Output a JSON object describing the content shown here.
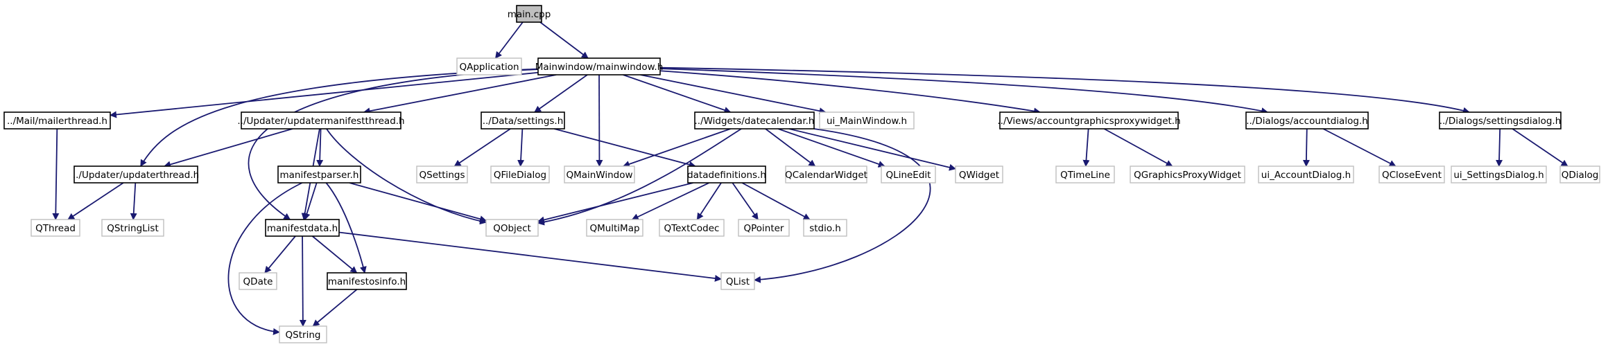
{
  "graph": {
    "root": "main.cpp",
    "nodes": [
      {
        "id": "main",
        "label": "main.cpp",
        "kind": "root"
      },
      {
        "id": "qapplication",
        "label": "QApplication",
        "kind": "ext"
      },
      {
        "id": "mainwindow",
        "label": "Mainwindow/mainwindow.h",
        "kind": "local"
      },
      {
        "id": "mailerthread",
        "label": "../Mail/mailerthread.h",
        "kind": "local"
      },
      {
        "id": "updatermanifest",
        "label": "../Updater/updatermanifestthread.h",
        "kind": "local"
      },
      {
        "id": "settings",
        "label": "../Data/settings.h",
        "kind": "local"
      },
      {
        "id": "datecalendar",
        "label": "../Widgets/datecalendar.h",
        "kind": "local"
      },
      {
        "id": "ui_mainwindow",
        "label": "ui_MainWindow.h",
        "kind": "ext"
      },
      {
        "id": "accountgraphics",
        "label": "../Views/accountgraphicsproxywidget.h",
        "kind": "local"
      },
      {
        "id": "accountdialog",
        "label": "../Dialogs/accountdialog.h",
        "kind": "local"
      },
      {
        "id": "settingsdialog",
        "label": "../Dialogs/settingsdialog.h",
        "kind": "local"
      },
      {
        "id": "updaterthread",
        "label": "../Updater/updaterthread.h",
        "kind": "local"
      },
      {
        "id": "manifestparser",
        "label": "manifestparser.h",
        "kind": "local"
      },
      {
        "id": "qsettings",
        "label": "QSettings",
        "kind": "ext"
      },
      {
        "id": "qfiledialog",
        "label": "QFileDialog",
        "kind": "ext"
      },
      {
        "id": "qmainwindow",
        "label": "QMainWindow",
        "kind": "ext"
      },
      {
        "id": "datadefinitions",
        "label": "datadefinitions.h",
        "kind": "local"
      },
      {
        "id": "qcalendarwidget",
        "label": "QCalendarWidget",
        "kind": "ext"
      },
      {
        "id": "qlineedit",
        "label": "QLineEdit",
        "kind": "ext"
      },
      {
        "id": "qwidget",
        "label": "QWidget",
        "kind": "ext"
      },
      {
        "id": "qtimeline",
        "label": "QTimeLine",
        "kind": "ext"
      },
      {
        "id": "qgraphicsproxywidget",
        "label": "QGraphicsProxyWidget",
        "kind": "ext"
      },
      {
        "id": "ui_accountdialog",
        "label": "ui_AccountDialog.h",
        "kind": "ext"
      },
      {
        "id": "qcloseevent",
        "label": "QCloseEvent",
        "kind": "ext"
      },
      {
        "id": "ui_settingsdialog",
        "label": "ui_SettingsDialog.h",
        "kind": "ext"
      },
      {
        "id": "qdialog",
        "label": "QDialog",
        "kind": "ext"
      },
      {
        "id": "qthread",
        "label": "QThread",
        "kind": "ext"
      },
      {
        "id": "qstringlist",
        "label": "QStringList",
        "kind": "ext"
      },
      {
        "id": "manifestdata",
        "label": "manifestdata.h",
        "kind": "local"
      },
      {
        "id": "qobject",
        "label": "QObject",
        "kind": "ext"
      },
      {
        "id": "qmultimap",
        "label": "QMultiMap",
        "kind": "ext"
      },
      {
        "id": "qtextcodec",
        "label": "QTextCodec",
        "kind": "ext"
      },
      {
        "id": "qpointer",
        "label": "QPointer",
        "kind": "ext"
      },
      {
        "id": "stdio",
        "label": "stdio.h",
        "kind": "ext"
      },
      {
        "id": "qdate",
        "label": "QDate",
        "kind": "ext"
      },
      {
        "id": "manifestosinfo",
        "label": "manifestosinfo.h",
        "kind": "local"
      },
      {
        "id": "qlist",
        "label": "QList",
        "kind": "ext"
      },
      {
        "id": "qstring",
        "label": "QString",
        "kind": "ext"
      }
    ],
    "edges": [
      [
        "main",
        "qapplication"
      ],
      [
        "main",
        "mainwindow"
      ],
      [
        "mainwindow",
        "mailerthread"
      ],
      [
        "mainwindow",
        "updatermanifest"
      ],
      [
        "mainwindow",
        "settings"
      ],
      [
        "mainwindow",
        "datecalendar"
      ],
      [
        "mainwindow",
        "ui_mainwindow"
      ],
      [
        "mainwindow",
        "accountgraphics"
      ],
      [
        "mainwindow",
        "accountdialog"
      ],
      [
        "mainwindow",
        "settingsdialog"
      ],
      [
        "mainwindow",
        "updaterthread"
      ],
      [
        "mainwindow",
        "manifestdata"
      ],
      [
        "mainwindow",
        "qmainwindow"
      ],
      [
        "mailerthread",
        "qthread"
      ],
      [
        "updatermanifest",
        "updaterthread"
      ],
      [
        "updatermanifest",
        "manifestparser"
      ],
      [
        "updatermanifest",
        "manifestdata"
      ],
      [
        "updatermanifest",
        "qobject"
      ],
      [
        "updaterthread",
        "qthread"
      ],
      [
        "updaterthread",
        "qstringlist"
      ],
      [
        "manifestparser",
        "manifestdata"
      ],
      [
        "manifestparser",
        "qobject"
      ],
      [
        "manifestparser",
        "manifestosinfo"
      ],
      [
        "manifestparser",
        "qstring"
      ],
      [
        "settings",
        "qsettings"
      ],
      [
        "settings",
        "qfiledialog"
      ],
      [
        "settings",
        "datadefinitions"
      ],
      [
        "datecalendar",
        "qmainwindow"
      ],
      [
        "datecalendar",
        "qobject"
      ],
      [
        "datecalendar",
        "qcalendarwidget"
      ],
      [
        "datecalendar",
        "qlineedit"
      ],
      [
        "datecalendar",
        "qwidget"
      ],
      [
        "datecalendar",
        "qlist"
      ],
      [
        "datadefinitions",
        "qobject"
      ],
      [
        "datadefinitions",
        "qmultimap"
      ],
      [
        "datadefinitions",
        "qtextcodec"
      ],
      [
        "datadefinitions",
        "qpointer"
      ],
      [
        "datadefinitions",
        "stdio"
      ],
      [
        "accountgraphics",
        "qtimeline"
      ],
      [
        "accountgraphics",
        "qgraphicsproxywidget"
      ],
      [
        "accountdialog",
        "ui_accountdialog"
      ],
      [
        "accountdialog",
        "qcloseevent"
      ],
      [
        "settingsdialog",
        "ui_settingsdialog"
      ],
      [
        "settingsdialog",
        "qdialog"
      ],
      [
        "manifestdata",
        "qdate"
      ],
      [
        "manifestdata",
        "manifestosinfo"
      ],
      [
        "manifestdata",
        "qstring"
      ],
      [
        "manifestdata",
        "qlist"
      ],
      [
        "manifestosinfo",
        "qstring"
      ]
    ]
  },
  "colors": {
    "edge": "#191970",
    "root_fill": "#bfbfbf",
    "local_border": "#000000",
    "external_border": "#bfbfbf",
    "background": "#ffffff"
  }
}
